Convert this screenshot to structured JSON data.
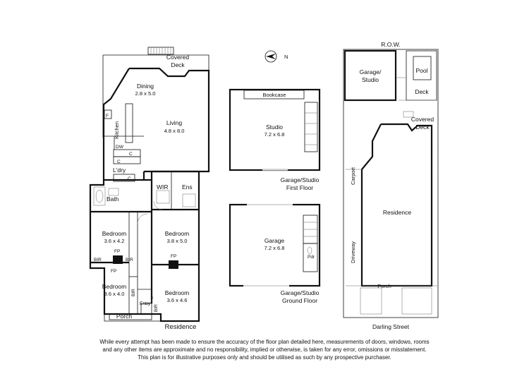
{
  "compass": {
    "label": "N"
  },
  "residence_plan": {
    "caption": "Residence",
    "rooms": {
      "covered_deck": [
        "Covered",
        "Deck"
      ],
      "dining": {
        "name": "Dining",
        "size": "2.8 x 5.0"
      },
      "living": {
        "name": "Living",
        "size": "4.8 x 8.0"
      },
      "kitchen": "Kitchen",
      "fridge": "F",
      "dishwasher": "DW",
      "cupboard": "C",
      "laundry": "L'dry",
      "bath": "Bath",
      "wir": "WIR",
      "ensuite": "Ens",
      "bedroom_nw": {
        "name": "Bedroom",
        "size": "3.6 x 4.2"
      },
      "bedroom_ne": {
        "name": "Bedroom",
        "size": "3.8 x 5.0"
      },
      "bedroom_sw": {
        "name": "Bedroom",
        "size": "3.6 x 4.0"
      },
      "bedroom_se": {
        "name": "Bedroom",
        "size": "3.6 x 4.6"
      },
      "bir": "BIR",
      "fireplace": "FP",
      "entry": "Entry",
      "porch": "Porch"
    }
  },
  "garage_first_floor": {
    "bookcase": "Bookcase",
    "studio": {
      "name": "Studio",
      "size": "7.2 x 6.8"
    },
    "caption": [
      "Garage/Studio",
      "First Floor"
    ]
  },
  "garage_ground_floor": {
    "garage": {
      "name": "Garage",
      "size": "7.2 x 6.8"
    },
    "powder": "Pdr",
    "caption": [
      "Garage/Studio",
      "Ground Floor"
    ]
  },
  "site_plan": {
    "row": "R.O.W.",
    "garage_studio": [
      "Garage/",
      "Studio"
    ],
    "pool": [
      "Pool"
    ],
    "deck": "Deck",
    "covered_deck": [
      "Covered",
      "Deck"
    ],
    "carport": "Carport",
    "residence": "Residence",
    "driveway": "Driveway",
    "porch": "Porch",
    "street": "Darling Street"
  },
  "disclaimer": [
    "While every attempt has been made to ensure the accuracy of the floor plan detailed here, measurements of doors, windows, rooms",
    "and any other items are approximate and no responsibility, implied or otherwise, is taken for any error, omissions or misstatement.",
    "This plan is for illustrative purposes only and should be utilised as such by any prospective purchaser."
  ]
}
